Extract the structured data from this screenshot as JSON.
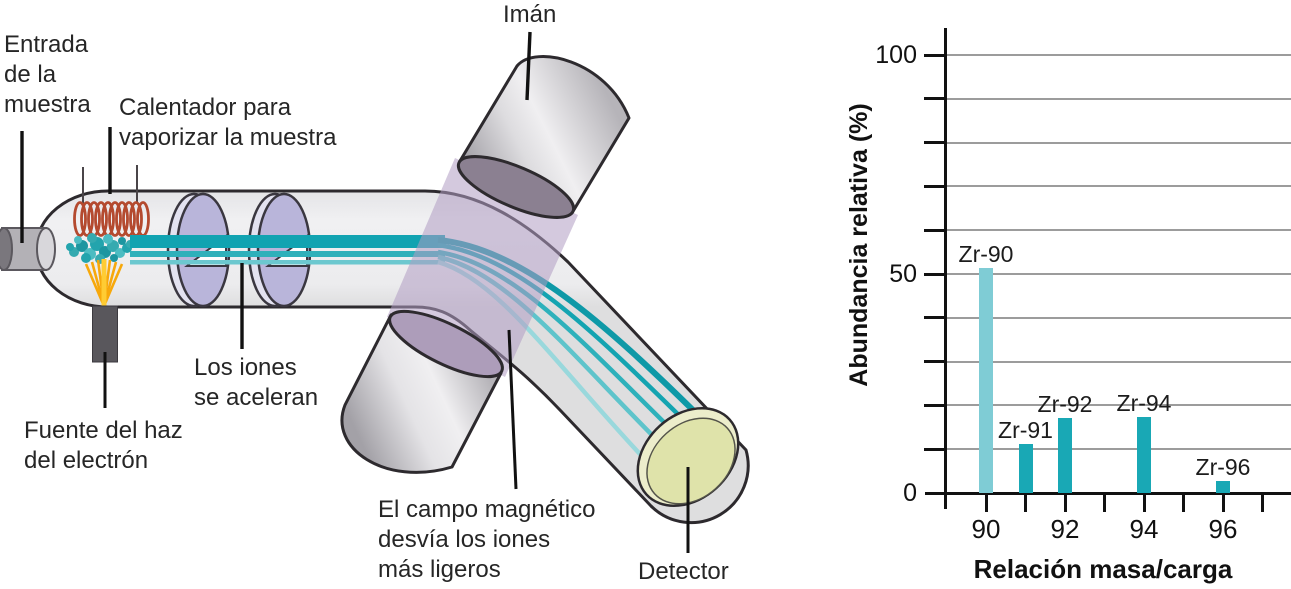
{
  "figure": {
    "description_note": "Mass spectrometer schematic with zirconium isotope mass spectrum"
  },
  "diagram": {
    "labels": {
      "entrada": "Entrada\nde la\nmuestra",
      "calentador": "Calentador para\nvaporizar la muestra",
      "iman": "Imán",
      "iones": "Los iones\nse aceleran",
      "fuente": "Fuente del haz\ndel electrón",
      "campo": "El campo magnético\ndesvía los iones\nmás ligeros",
      "detector": "Detector"
    },
    "icon_semantics": {
      "heater-coil-icon": "heating coil",
      "ion-beam-icon": "ion beam",
      "magnet-icon": "magnet cylinders",
      "detector-disc-icon": "detector plate"
    },
    "colors": {
      "beam_dark": "#11a3b1",
      "beam_light": "#6cc8cf",
      "field_purple": "#b19cc2",
      "coil_red": "#b44a2f",
      "ray_yellow": "#f7a80b",
      "detector_face": "#dfe3aa"
    }
  },
  "chart_data": {
    "type": "bar",
    "title": "",
    "xlabel": "Relación masa/carga",
    "ylabel": "Abundancia relativa (%)",
    "x": [
      90,
      91,
      92,
      94,
      96
    ],
    "values": [
      51.45,
      11.22,
      17.15,
      17.38,
      2.8
    ],
    "labels": [
      "Zr-90",
      "Zr-91",
      "Zr-92",
      "Zr-94",
      "Zr-96"
    ],
    "bar_colors": [
      "#7fccd5",
      "#19a8b5",
      "#19a8b5",
      "#19a8b5",
      "#19a8b5"
    ],
    "ylim": [
      0,
      100
    ],
    "yticks": [
      0,
      50,
      100
    ],
    "ytick_labels": [
      "0",
      "50",
      "100"
    ],
    "grid_step": 10,
    "xticks_major": [
      90,
      92,
      94,
      96
    ],
    "xtick_labels": [
      "90",
      "92",
      "94",
      "96"
    ],
    "xticks_minor": [
      91,
      93,
      95,
      97
    ],
    "grid": true,
    "legend": "none"
  }
}
